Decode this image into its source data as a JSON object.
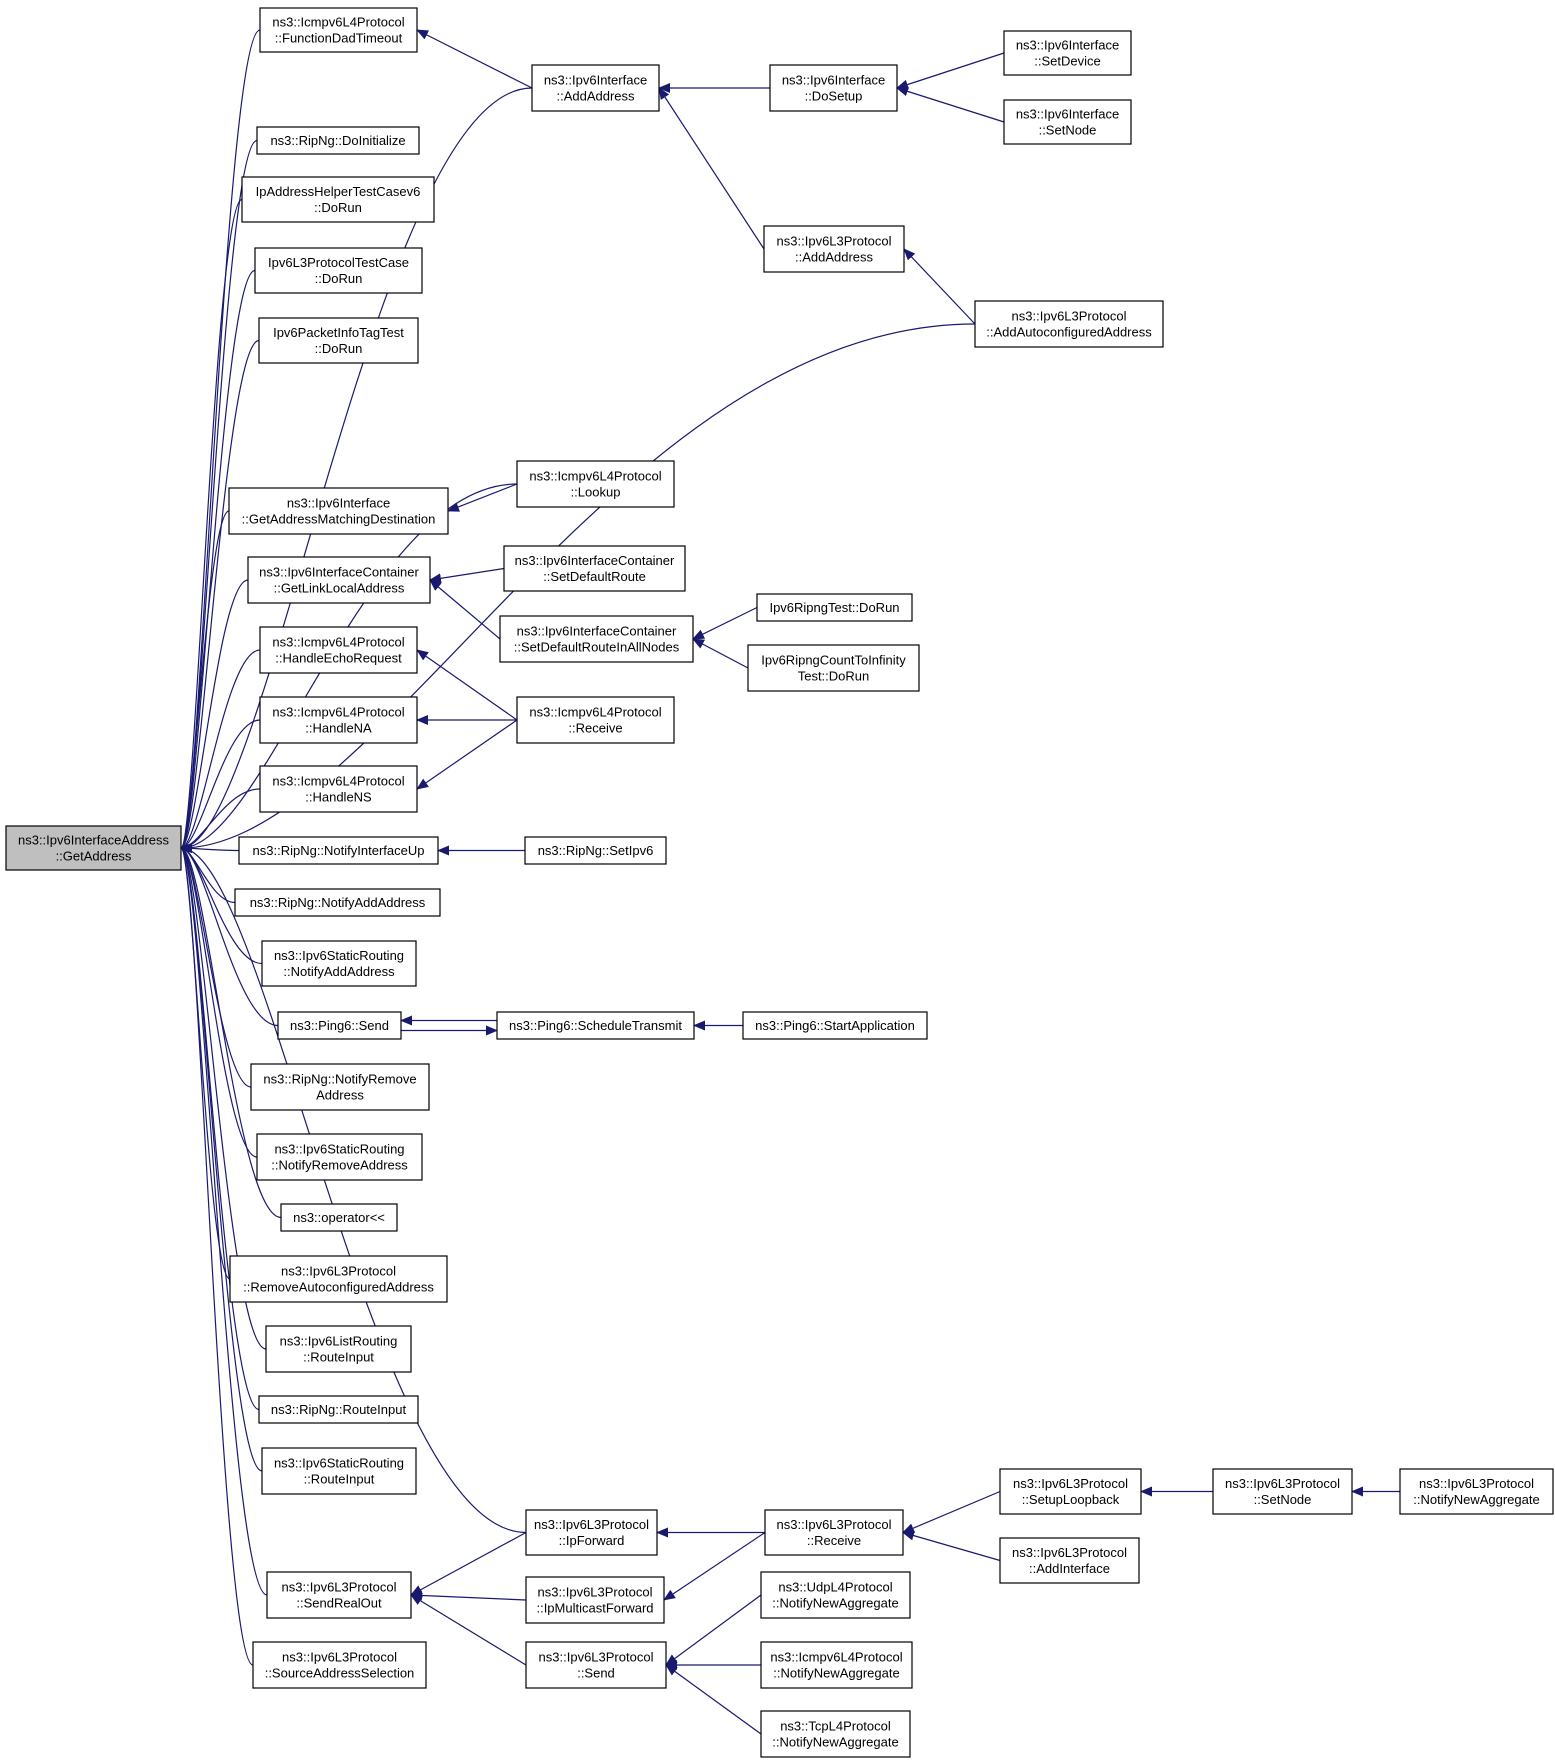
{
  "graph": {
    "colors": {
      "edge": "#191970",
      "root_fill": "#bfbfbf",
      "node_fill": "#ffffff",
      "node_stroke": "#000000"
    },
    "nodes": [
      {
        "id": "root",
        "lines": [
          "ns3::Ipv6InterfaceAddress",
          "::GetAddress"
        ],
        "root": true
      },
      {
        "id": "n_fdt",
        "lines": [
          "ns3::Icmpv6L4Protocol",
          "::FunctionDadTimeout"
        ]
      },
      {
        "id": "n_addaddr",
        "lines": [
          "ns3::Ipv6Interface",
          "::AddAddress"
        ]
      },
      {
        "id": "n_dosetup",
        "lines": [
          "ns3::Ipv6Interface",
          "::DoSetup"
        ]
      },
      {
        "id": "n_setdevice",
        "lines": [
          "ns3::Ipv6Interface",
          "::SetDevice"
        ]
      },
      {
        "id": "n_setnode_if",
        "lines": [
          "ns3::Ipv6Interface",
          "::SetNode"
        ]
      },
      {
        "id": "n_l3addaddr",
        "lines": [
          "ns3::Ipv6L3Protocol",
          "::AddAddress"
        ]
      },
      {
        "id": "n_autoaddr",
        "lines": [
          "ns3::Ipv6L3Protocol",
          "::AddAutoconfiguredAddress"
        ]
      },
      {
        "id": "n_ripdoinit",
        "lines": [
          "ns3::RipNg::DoInitialize"
        ]
      },
      {
        "id": "n_iahtest",
        "lines": [
          "IpAddressHelperTestCasev6",
          "::DoRun"
        ]
      },
      {
        "id": "n_l3test",
        "lines": [
          "Ipv6L3ProtocolTestCase",
          "::DoRun"
        ]
      },
      {
        "id": "n_pkttag",
        "lines": [
          "Ipv6PacketInfoTagTest",
          "::DoRun"
        ]
      },
      {
        "id": "n_lookup",
        "lines": [
          "ns3::Icmpv6L4Protocol",
          "::Lookup"
        ]
      },
      {
        "id": "n_getmatch",
        "lines": [
          "ns3::Ipv6Interface",
          "::GetAddressMatchingDestination"
        ]
      },
      {
        "id": "n_getlinklocal",
        "lines": [
          "ns3::Ipv6InterfaceContainer",
          "::GetLinkLocalAddress"
        ]
      },
      {
        "id": "n_setdefroute",
        "lines": [
          "ns3::Ipv6InterfaceContainer",
          "::SetDefaultRoute"
        ]
      },
      {
        "id": "n_setdefrouteall",
        "lines": [
          "ns3::Ipv6InterfaceContainer",
          "::SetDefaultRouteInAllNodes"
        ]
      },
      {
        "id": "n_ripngtest",
        "lines": [
          "Ipv6RipngTest::DoRun"
        ]
      },
      {
        "id": "n_ripngcount",
        "lines": [
          "Ipv6RipngCountToInfinity",
          "Test::DoRun"
        ]
      },
      {
        "id": "n_echoreq",
        "lines": [
          "ns3::Icmpv6L4Protocol",
          "::HandleEchoRequest"
        ]
      },
      {
        "id": "n_handlena",
        "lines": [
          "ns3::Icmpv6L4Protocol",
          "::HandleNA"
        ]
      },
      {
        "id": "n_icmprecv",
        "lines": [
          "ns3::Icmpv6L4Protocol",
          "::Receive"
        ]
      },
      {
        "id": "n_handlens",
        "lines": [
          "ns3::Icmpv6L4Protocol",
          "::HandleNS"
        ]
      },
      {
        "id": "n_ripifup",
        "lines": [
          "ns3::RipNg::NotifyInterfaceUp"
        ]
      },
      {
        "id": "n_ripsetipv6",
        "lines": [
          "ns3::RipNg::SetIpv6"
        ]
      },
      {
        "id": "n_ripaddaddr",
        "lines": [
          "ns3::RipNg::NotifyAddAddress"
        ]
      },
      {
        "id": "n_staticadd",
        "lines": [
          "ns3::Ipv6StaticRouting",
          "::NotifyAddAddress"
        ]
      },
      {
        "id": "n_pingsend",
        "lines": [
          "ns3::Ping6::Send"
        ]
      },
      {
        "id": "n_pingsched",
        "lines": [
          "ns3::Ping6::ScheduleTransmit"
        ]
      },
      {
        "id": "n_pingstart",
        "lines": [
          "ns3::Ping6::StartApplication"
        ]
      },
      {
        "id": "n_riprmaddr",
        "lines": [
          "ns3::RipNg::NotifyRemove",
          "Address"
        ]
      },
      {
        "id": "n_staticrm",
        "lines": [
          "ns3::Ipv6StaticRouting",
          "::NotifyRemoveAddress"
        ]
      },
      {
        "id": "n_operator",
        "lines": [
          "ns3::operator<<"
        ]
      },
      {
        "id": "n_rmauto",
        "lines": [
          "ns3::Ipv6L3Protocol",
          "::RemoveAutoconfiguredAddress"
        ]
      },
      {
        "id": "n_listroute",
        "lines": [
          "ns3::Ipv6ListRouting",
          "::RouteInput"
        ]
      },
      {
        "id": "n_riproute",
        "lines": [
          "ns3::RipNg::RouteInput"
        ]
      },
      {
        "id": "n_staticroute",
        "lines": [
          "ns3::Ipv6StaticRouting",
          "::RouteInput"
        ]
      },
      {
        "id": "n_ipfwd",
        "lines": [
          "ns3::Ipv6L3Protocol",
          "::IpForward"
        ]
      },
      {
        "id": "n_l3recv",
        "lines": [
          "ns3::Ipv6L3Protocol",
          "::Receive"
        ]
      },
      {
        "id": "n_setuplo",
        "lines": [
          "ns3::Ipv6L3Protocol",
          "::SetupLoopback"
        ]
      },
      {
        "id": "n_l3setnode",
        "lines": [
          "ns3::Ipv6L3Protocol",
          "::SetNode"
        ]
      },
      {
        "id": "n_l3newagg",
        "lines": [
          "ns3::Ipv6L3Protocol",
          "::NotifyNewAggregate"
        ]
      },
      {
        "id": "n_addiface",
        "lines": [
          "ns3::Ipv6L3Protocol",
          "::AddInterface"
        ]
      },
      {
        "id": "n_sendreal",
        "lines": [
          "ns3::Ipv6L3Protocol",
          "::SendRealOut"
        ]
      },
      {
        "id": "n_ipmcast",
        "lines": [
          "ns3::Ipv6L3Protocol",
          "::IpMulticastForward"
        ]
      },
      {
        "id": "n_udpagg",
        "lines": [
          "ns3::UdpL4Protocol",
          "::NotifyNewAggregate"
        ]
      },
      {
        "id": "n_l3send",
        "lines": [
          "ns3::Ipv6L3Protocol",
          "::Send"
        ]
      },
      {
        "id": "n_icmpagg",
        "lines": [
          "ns3::Icmpv6L4Protocol",
          "::NotifyNewAggregate"
        ]
      },
      {
        "id": "n_tcpagg",
        "lines": [
          "ns3::TcpL4Protocol",
          "::NotifyNewAggregate"
        ]
      },
      {
        "id": "n_srcsel",
        "lines": [
          "ns3::Ipv6L3Protocol",
          "::SourceAddressSelection"
        ]
      }
    ],
    "edges": [
      {
        "from": "n_fdt",
        "to": "root"
      },
      {
        "from": "n_addaddr",
        "to": "root"
      },
      {
        "from": "n_ripdoinit",
        "to": "root"
      },
      {
        "from": "n_iahtest",
        "to": "root"
      },
      {
        "from": "n_l3test",
        "to": "root"
      },
      {
        "from": "n_pkttag",
        "to": "root"
      },
      {
        "from": "n_autoaddr",
        "to": "root"
      },
      {
        "from": "n_lookup",
        "to": "root"
      },
      {
        "from": "n_getmatch",
        "to": "root"
      },
      {
        "from": "n_getlinklocal",
        "to": "root"
      },
      {
        "from": "n_echoreq",
        "to": "root"
      },
      {
        "from": "n_handlena",
        "to": "root"
      },
      {
        "from": "n_handlens",
        "to": "root"
      },
      {
        "from": "n_ripifup",
        "to": "root"
      },
      {
        "from": "n_ripaddaddr",
        "to": "root"
      },
      {
        "from": "n_staticadd",
        "to": "root"
      },
      {
        "from": "n_pingsend",
        "to": "root"
      },
      {
        "from": "n_riprmaddr",
        "to": "root"
      },
      {
        "from": "n_staticrm",
        "to": "root"
      },
      {
        "from": "n_operator",
        "to": "root"
      },
      {
        "from": "n_rmauto",
        "to": "root"
      },
      {
        "from": "n_listroute",
        "to": "root"
      },
      {
        "from": "n_riproute",
        "to": "root"
      },
      {
        "from": "n_staticroute",
        "to": "root"
      },
      {
        "from": "n_ipfwd",
        "to": "root"
      },
      {
        "from": "n_sendreal",
        "to": "root"
      },
      {
        "from": "n_srcsel",
        "to": "root"
      },
      {
        "from": "n_addaddr",
        "to": "n_fdt"
      },
      {
        "from": "n_dosetup",
        "to": "n_addaddr"
      },
      {
        "from": "n_l3addaddr",
        "to": "n_addaddr"
      },
      {
        "from": "n_setdevice",
        "to": "n_dosetup"
      },
      {
        "from": "n_setnode_if",
        "to": "n_dosetup"
      },
      {
        "from": "n_autoaddr",
        "to": "n_l3addaddr"
      },
      {
        "from": "n_lookup",
        "to": "n_getmatch"
      },
      {
        "from": "n_setdefroute",
        "to": "n_getlinklocal"
      },
      {
        "from": "n_setdefrouteall",
        "to": "n_getlinklocal"
      },
      {
        "from": "n_ripngtest",
        "to": "n_setdefrouteall"
      },
      {
        "from": "n_ripngcount",
        "to": "n_setdefrouteall"
      },
      {
        "from": "n_icmprecv",
        "to": "n_echoreq"
      },
      {
        "from": "n_icmprecv",
        "to": "n_handlena"
      },
      {
        "from": "n_icmprecv",
        "to": "n_handlens"
      },
      {
        "from": "n_ripsetipv6",
        "to": "n_ripifup"
      },
      {
        "from": "n_pingsched",
        "to": "n_pingsend"
      },
      {
        "from": "n_pingsend",
        "to": "n_pingsched"
      },
      {
        "from": "n_pingstart",
        "to": "n_pingsched"
      },
      {
        "from": "n_l3recv",
        "to": "n_ipfwd"
      },
      {
        "from": "n_setuplo",
        "to": "n_l3recv"
      },
      {
        "from": "n_addiface",
        "to": "n_l3recv"
      },
      {
        "from": "n_l3setnode",
        "to": "n_setuplo"
      },
      {
        "from": "n_l3newagg",
        "to": "n_l3setnode"
      },
      {
        "from": "n_ipfwd",
        "to": "n_sendreal"
      },
      {
        "from": "n_ipmcast",
        "to": "n_sendreal"
      },
      {
        "from": "n_l3send",
        "to": "n_sendreal"
      },
      {
        "from": "n_l3recv",
        "to": "n_ipmcast"
      },
      {
        "from": "n_udpagg",
        "to": "n_l3send"
      },
      {
        "from": "n_icmpagg",
        "to": "n_l3send"
      },
      {
        "from": "n_tcpagg",
        "to": "n_l3send"
      }
    ]
  }
}
